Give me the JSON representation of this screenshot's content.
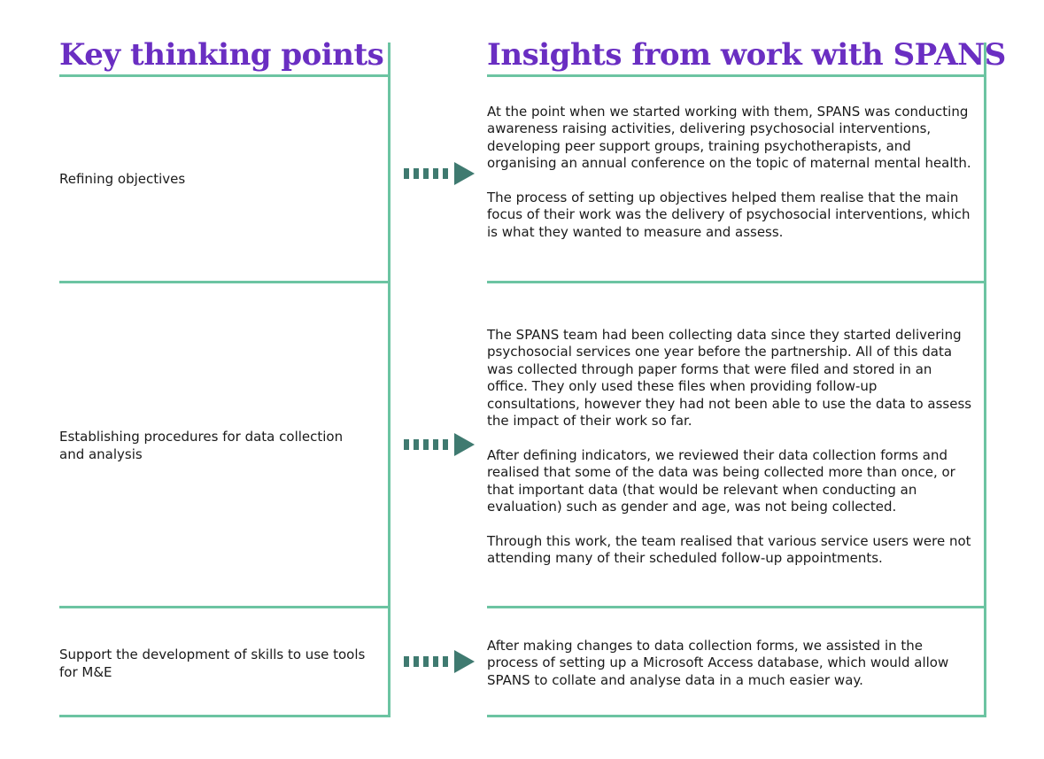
{
  "headings": {
    "left": "Key thinking points",
    "right": "Insights from work with SPANS"
  },
  "rows": [
    {
      "point": "Refining objectives",
      "insights": [
        "At the point when we started working with them, SPANS was conducting awareness raising activities, delivering psychosocial interventions, developing peer support groups, training psychotherapists, and organising an annual conference on the topic of maternal mental health.",
        "The process of setting up objectives helped them realise that the main focus of their work was the delivery of psychosocial interventions, which is what they wanted to measure and assess."
      ]
    },
    {
      "point": "Establishing procedures for data collection and analysis",
      "insights": [
        "The SPANS team had been collecting data since they started delivering psychosocial services one year before the partnership. All of this data was collected through paper forms that were filed and stored in an office. They only used these files when providing follow-up consultations, however they had not been able to use the data to assess the impact of their work so far.",
        "After defining indicators, we reviewed their data collection forms and realised that some of the data was being collected more than once, or that important data (that would be relevant when conducting an evaluation) such as gender and age, was not being collected.",
        "Through this work, the team realised that various service users were not attending many of their scheduled follow-up appointments."
      ]
    },
    {
      "point": "Support the development of skills to use tools for M&E",
      "insights": [
        "After making changes to data collection forms, we assisted in the process of setting up a Microsoft Access database, which would allow SPANS to collate and analyse data in a much easier way."
      ]
    }
  ],
  "colors": {
    "heading": "#6a2ec2",
    "rule": "#6cc4a2",
    "arrow": "#3f7a70",
    "text": "#1a1a1a"
  }
}
